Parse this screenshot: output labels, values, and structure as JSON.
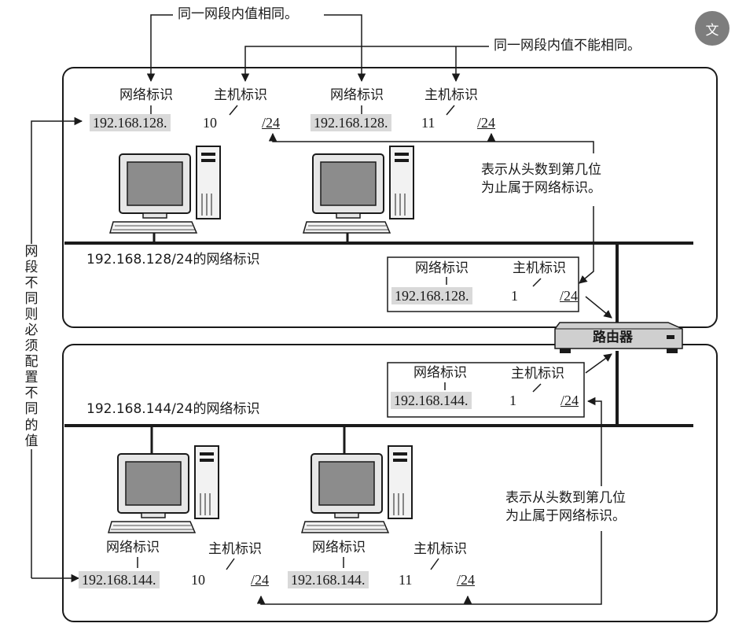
{
  "top_notes": {
    "same_within_segment": "同一网段内值相同。",
    "not_same_within_segment": "同一网段内值不能相同。"
  },
  "side_note_chars": [
    "网",
    "段",
    "不",
    "同",
    "则",
    "必",
    "须",
    "配",
    "置",
    "不",
    "同",
    "的",
    "值"
  ],
  "net_upper": {
    "network_label": "192.168.128/24的网络标识",
    "host_a": {
      "net_id_label": "网络标识",
      "host_id_label": "主机标识",
      "net_part": "192.168.128.",
      "host_part": "10",
      "mask": "/24"
    },
    "host_b": {
      "net_id_label": "网络标识",
      "host_id_label": "主机标识",
      "net_part": "192.168.128.",
      "host_part": "11",
      "mask": "/24"
    },
    "router_if": {
      "net_id_label": "网络标识",
      "host_id_label": "主机标识",
      "net_part": "192.168.128.",
      "host_part": "1",
      "mask": "/24"
    },
    "mask_note": "表示从头数到第几位\n为止属于网络标识。"
  },
  "net_lower": {
    "network_label": "192.168.144/24的网络标识",
    "router_if": {
      "net_id_label": "网络标识",
      "host_id_label": "主机标识",
      "net_part": "192.168.144.",
      "host_part": "1",
      "mask": "/24"
    },
    "host_a": {
      "net_id_label": "网络标识",
      "host_id_label": "主机标识",
      "net_part": "192.168.144.",
      "host_part": "10",
      "mask": "/24"
    },
    "host_b": {
      "net_id_label": "网络标识",
      "host_id_label": "主机标识",
      "net_part": "192.168.144.",
      "host_part": "11",
      "mask": "/24"
    },
    "mask_note": "表示从头数到第几位\n为止属于网络标识。"
  },
  "router": {
    "label": "路由器"
  },
  "translate_button": {
    "icon": "translate-icon",
    "glyph": "文"
  },
  "colors": {
    "line": "#1a1a1a",
    "shade": "#d9d9d9",
    "screen": "#8c8c8c",
    "router_body": "#cfcfcf"
  }
}
